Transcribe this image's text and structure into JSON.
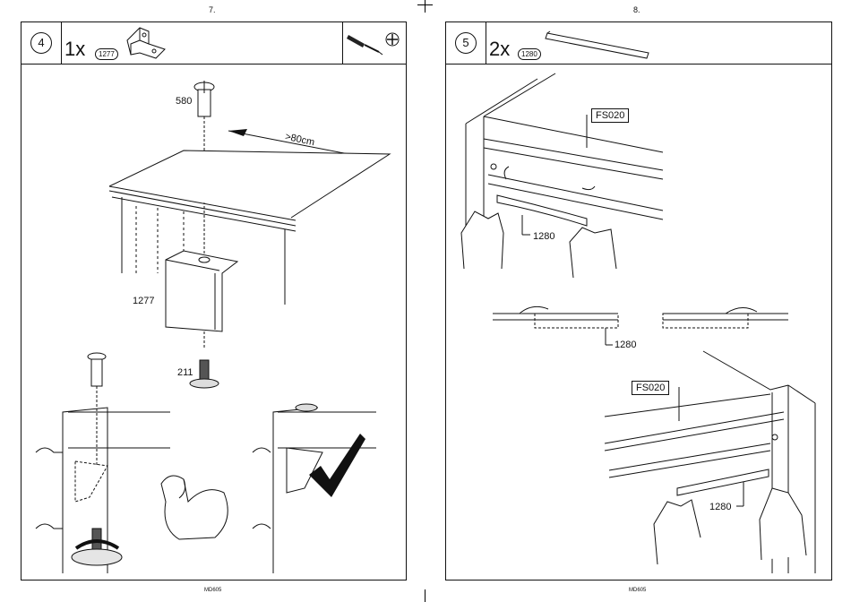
{
  "pages": {
    "left_number": "7.",
    "right_number": "8.",
    "left_footer": "MD605",
    "right_footer": "MD605"
  },
  "step4": {
    "number": "4",
    "quantity": "1x",
    "part": "1277",
    "labels": {
      "part_580": "580",
      "distance": ">80cm",
      "part_1277": "1277",
      "part_211": "211"
    },
    "icons": [
      "bracket-part-icon",
      "screwdriver-icon",
      "phillips-bit-icon",
      "strong-arm-icon",
      "checkmark-icon"
    ]
  },
  "step5": {
    "number": "5",
    "quantity": "2x",
    "part": "1280",
    "labels": {
      "fs_top": "FS020",
      "part_top": "1280",
      "part_mid": "1280",
      "fs_bottom": "FS020",
      "part_bottom": "1280"
    },
    "icons": [
      "cover-strip-icon",
      "hand-icon"
    ]
  }
}
